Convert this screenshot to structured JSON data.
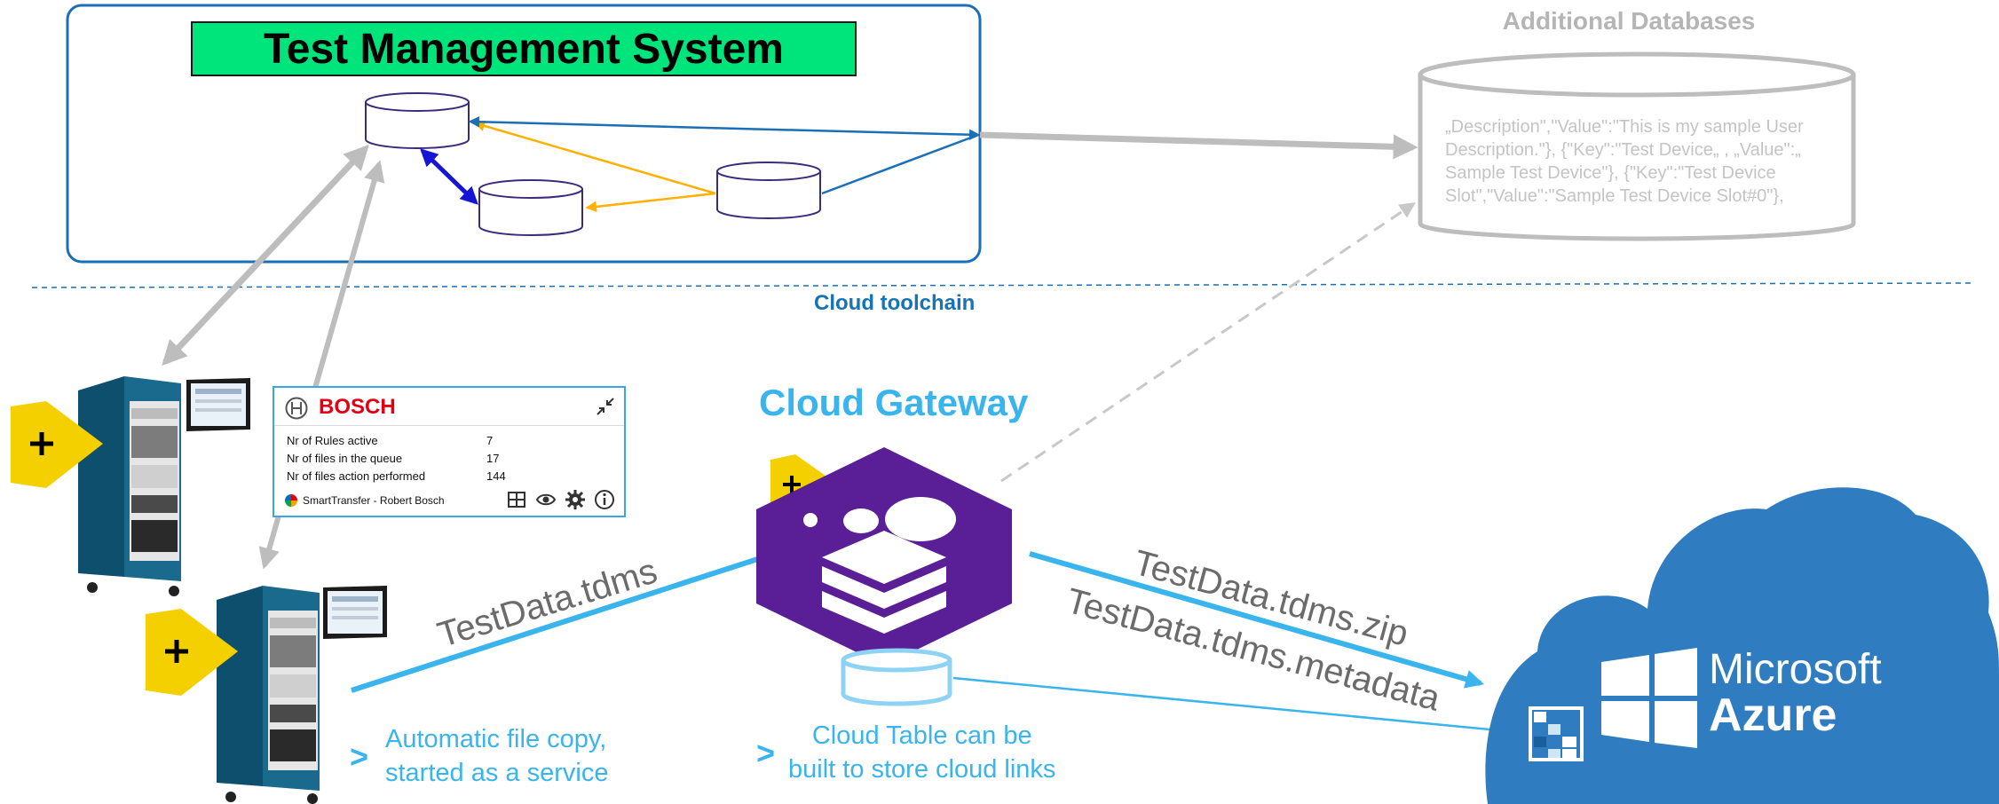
{
  "tms": {
    "title": "Test Management System"
  },
  "additional_databases": {
    "title": "Additional Databases",
    "content_lines": [
      "„Description\",\"Value\":\"This is my sample User",
      "Description.\"}, {\"Key\":\"Test Device„ , „Value\":„",
      "Sample Test Device\"}, {\"Key\":\"Test Device",
      "Slot\",\"Value\":\"Sample Test Device Slot#0\"},"
    ]
  },
  "cloud_toolchain_label": "Cloud toolchain",
  "cloud_gateway_title": "Cloud Gateway",
  "smart_transfer": {
    "brand": "BOSCH",
    "rows": [
      {
        "label": "Nr of Rules active",
        "value": "7"
      },
      {
        "label": "Nr of files in the queue",
        "value": "17"
      },
      {
        "label": "Nr of files action performed",
        "value": "144"
      }
    ],
    "footer": "SmartTransfer  -  Robert Bosch"
  },
  "files": {
    "upload": "TestData.tdms",
    "download_1": "TestData.tdms.zip",
    "download_2": "TestData.tdms.metadata"
  },
  "captions": {
    "file_copy_line1": "Automatic file copy,",
    "file_copy_line2": "started as a service",
    "cloud_table_line1": "Cloud Table can be",
    "cloud_table_line2": "built to store cloud links"
  },
  "chevron": ">",
  "azure": {
    "line1": "Microsoft",
    "line2": "Azure"
  },
  "colors": {
    "accent_blue": "#3ab4ec",
    "tms_green": "#00e47c",
    "gateway_purple": "#5a1e96",
    "azure_blue": "#2f7dc0",
    "bosch_red": "#e20015",
    "labview_yellow": "#f5d000"
  }
}
